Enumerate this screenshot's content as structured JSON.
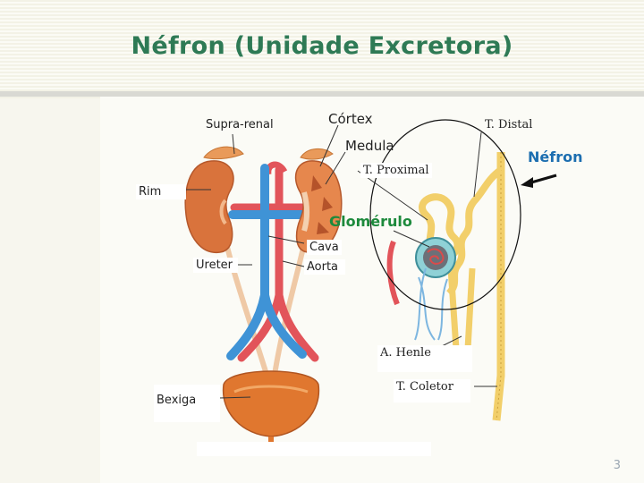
{
  "title": "Néfron (Unidade Excretora)",
  "labels": {
    "supra_renal": "Supra-renal",
    "cortex": "Córtex",
    "medula": "Medula",
    "t_distal": "T. Distal",
    "nefron": "Néfron",
    "t_proximal": "T. Proximal",
    "rim": "Rim",
    "glomerulo": "Glomérulo",
    "cava": "Cava",
    "ureter": "Ureter",
    "aorta": "Aorta",
    "a_henle": "A. Henle",
    "t_coletor": "T. Coletor",
    "bexiga": "Bexiga"
  },
  "page_number": "3",
  "colors": {
    "title": "#2e7a55",
    "kidney": "#d9733c",
    "artery": "#e2545a",
    "vein": "#3f93d6",
    "bladder": "#e0772f",
    "tubule": "#f2cf6a",
    "glomerulo_label": "#1d8a3c",
    "nefron_label": "#1c6eb0"
  }
}
